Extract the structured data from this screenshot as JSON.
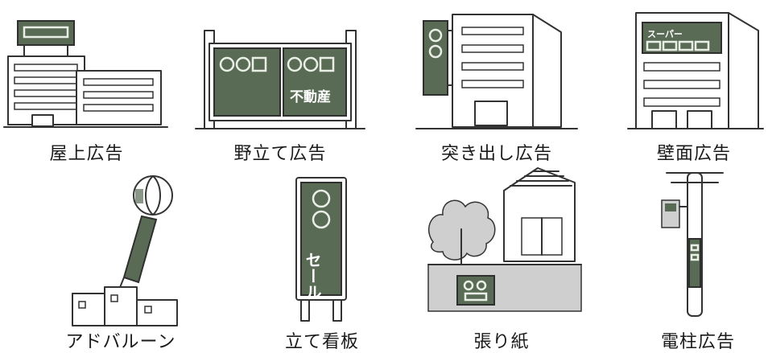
{
  "labels": {
    "rooftop": "屋上広告",
    "standing_billboard": "野立て広告",
    "projecting_sign": "突き出し広告",
    "wall_ad": "壁面広告",
    "ad_balloon": "アドバルーン",
    "standing_sign": "立て看板",
    "poster": "張り紙",
    "utility_pole": "電柱広告"
  },
  "sign_text": {
    "realty": "不動産",
    "sale": "セール",
    "super": "スーパー"
  },
  "colors": {
    "sign_green": "#5a6b55",
    "line": "#333333"
  }
}
